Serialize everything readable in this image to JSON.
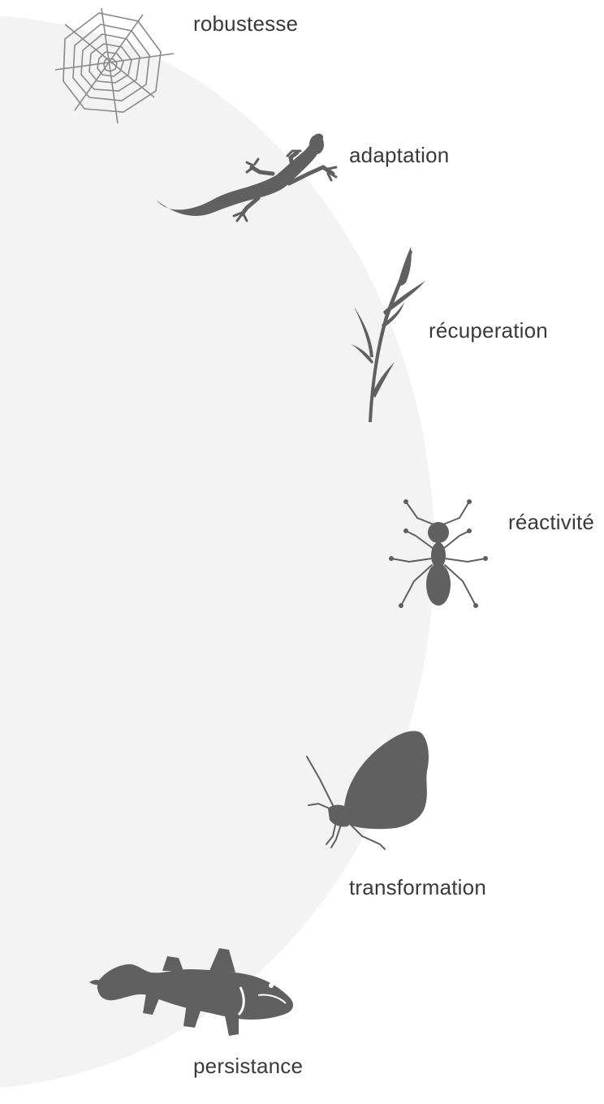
{
  "colors": {
    "background": "#ffffff",
    "arc_fill": "#f3f3f3",
    "silhouette": "#606060",
    "label_text": "#3a3a3a"
  },
  "stages": [
    {
      "label": "robustesse",
      "icon": "spider-web-icon"
    },
    {
      "label": "adaptation",
      "icon": "lizard-icon"
    },
    {
      "label": "récuperation",
      "icon": "grass-reed-icon"
    },
    {
      "label": "réactivité",
      "icon": "ant-icon"
    },
    {
      "label": "transformation",
      "icon": "butterfly-icon"
    },
    {
      "label": "persistance",
      "icon": "coelacanth-fish-icon"
    }
  ]
}
